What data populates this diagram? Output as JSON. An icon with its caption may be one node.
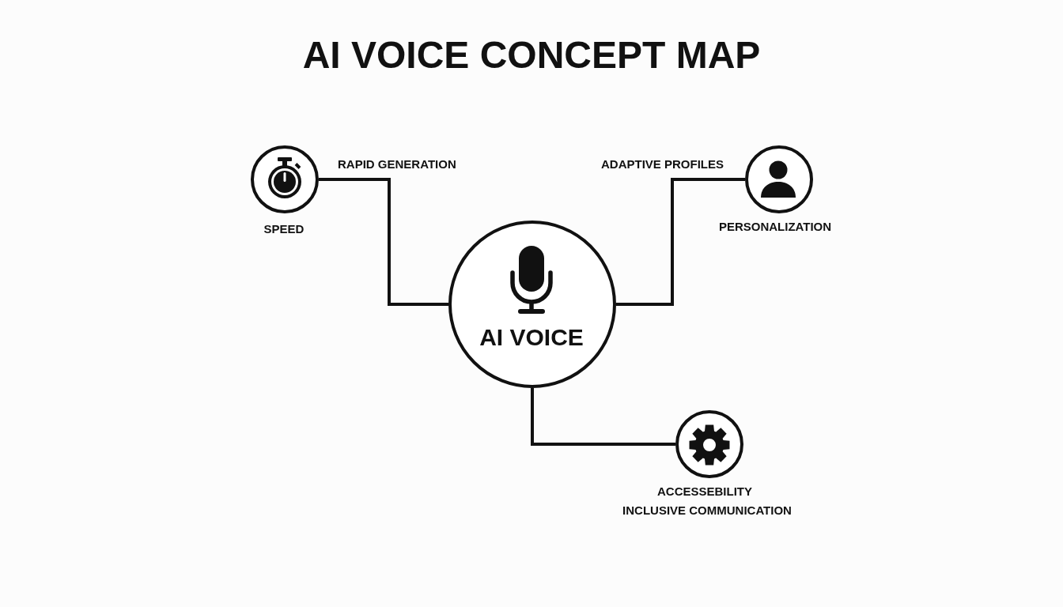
{
  "diagram": {
    "title": "AI VOICE CONCEPT MAP",
    "nodes": [
      {
        "text": [
          "SPEED"
        ],
        "beside": [
          "RAPID GENERATION"
        ]
      },
      {
        "text": [
          "PERSONALIZATION"
        ],
        "beside": [
          "ADAPTIVE PROFILES"
        ]
      },
      {
        "text": [
          "AI VOICE"
        ]
      },
      {
        "text": [
          "ACCESSEBILITY"
        ],
        "beside": [
          "INCLUSIVE COMMUNICATION"
        ]
      }
    ],
    "edges": [
      {
        "from": 2,
        "to": 0,
        "arrow": "none"
      },
      {
        "from": 2,
        "to": 1,
        "arrow": "none"
      },
      {
        "from": 2,
        "to": 3,
        "arrow": "none"
      }
    ]
  }
}
